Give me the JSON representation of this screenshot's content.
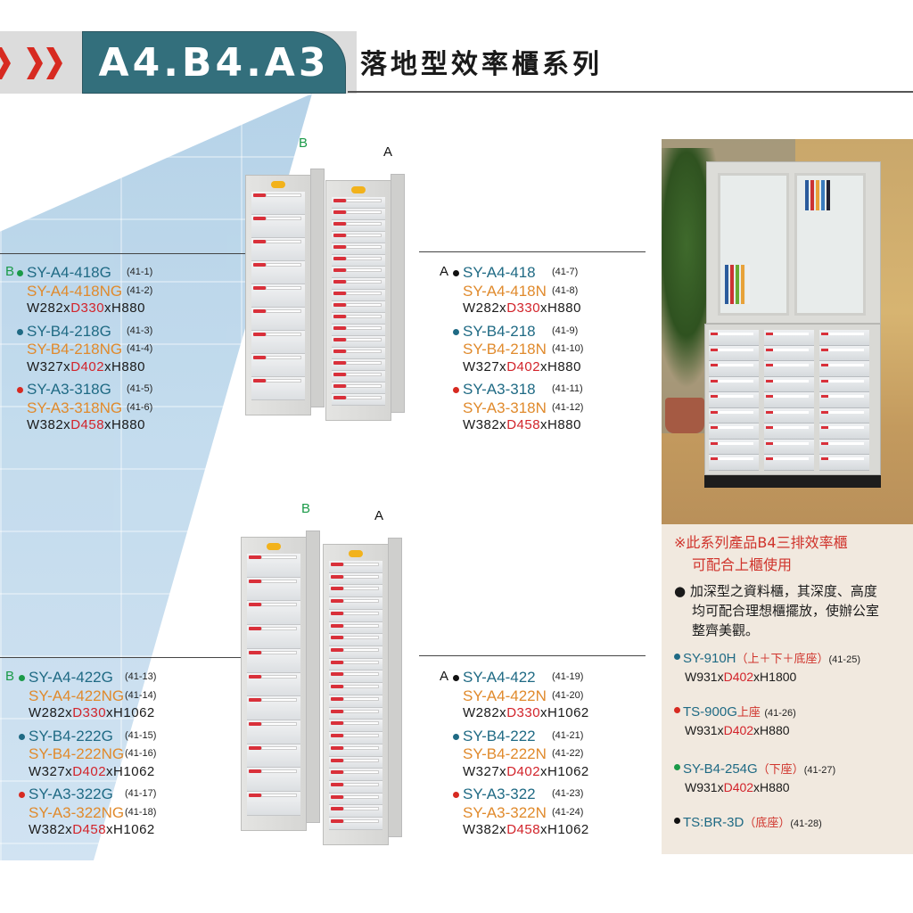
{
  "header": {
    "series_code": "A4.B4.A3",
    "title": "落地型效率櫃系列",
    "chevron_color": "#d72a21",
    "title_bg": "#336f7c"
  },
  "colors": {
    "model_blue": "#1f6a84",
    "model_orange": "#e08a2c",
    "depth_red": "#d2232a",
    "bullet_green": "#1a9a48",
    "bullet_blue": "#1f6a84",
    "bullet_red": "#d72a21",
    "bullet_black": "#111111"
  },
  "section_880": {
    "image_labels": {
      "b": "B",
      "a": "A"
    },
    "left": {
      "tag": "B",
      "groups": [
        {
          "bullet": "green",
          "model": "SY-A4-418G",
          "code": "(41-1)",
          "model_n": "SY-A4-418NG",
          "code_n": "(41-2)",
          "dim_w": "W282x",
          "dim_d": "D330",
          "dim_h": "xH880"
        },
        {
          "bullet": "blue",
          "model": "SY-B4-218G",
          "code": "(41-3)",
          "model_n": "SY-B4-218NG",
          "code_n": "(41-4)",
          "dim_w": "W327x",
          "dim_d": "D402",
          "dim_h": "xH880"
        },
        {
          "bullet": "red",
          "model": "SY-A3-318G",
          "code": "(41-5)",
          "model_n": "SY-A3-318NG",
          "code_n": "(41-6)",
          "dim_w": "W382x",
          "dim_d": "D458",
          "dim_h": "xH880"
        }
      ]
    },
    "right": {
      "tag": "A",
      "groups": [
        {
          "bullet": "black",
          "model": "SY-A4-418",
          "code": "(41-7)",
          "model_n": "SY-A4-418N",
          "code_n": "(41-8)",
          "dim_w": "W282x",
          "dim_d": "D330",
          "dim_h": "xH880"
        },
        {
          "bullet": "blue",
          "model": "SY-B4-218",
          "code": "(41-9)",
          "model_n": "SY-B4-218N",
          "code_n": "(41-10)",
          "dim_w": "W327x",
          "dim_d": "D402",
          "dim_h": "xH880"
        },
        {
          "bullet": "red",
          "model": "SY-A3-318",
          "code": "(41-11)",
          "model_n": "SY-A3-318N",
          "code_n": "(41-12)",
          "dim_w": "W382x",
          "dim_d": "D458",
          "dim_h": "xH880"
        }
      ]
    }
  },
  "section_1062": {
    "image_labels": {
      "b": "B",
      "a": "A"
    },
    "left": {
      "tag": "B",
      "groups": [
        {
          "bullet": "green",
          "model": "SY-A4-422G",
          "code": "(41-13)",
          "model_n": "SY-A4-422NG",
          "code_n": "(41-14)",
          "dim_w": "W282x",
          "dim_d": "D330",
          "dim_h": "xH1062"
        },
        {
          "bullet": "blue",
          "model": "SY-B4-222G",
          "code": "(41-15)",
          "model_n": "SY-B4-222NG",
          "code_n": "(41-16)",
          "dim_w": "W327x",
          "dim_d": "D402",
          "dim_h": "xH1062"
        },
        {
          "bullet": "red",
          "model": "SY-A3-322G",
          "code": "(41-17)",
          "model_n": "SY-A3-322NG",
          "code_n": "(41-18)",
          "dim_w": "W382x",
          "dim_d": "D458",
          "dim_h": "xH1062"
        }
      ]
    },
    "right": {
      "tag": "A",
      "groups": [
        {
          "bullet": "black",
          "model": "SY-A4-422",
          "code": "(41-19)",
          "model_n": "SY-A4-422N",
          "code_n": "(41-20)",
          "dim_w": "W282x",
          "dim_d": "D330",
          "dim_h": "xH1062"
        },
        {
          "bullet": "blue",
          "model": "SY-B4-222",
          "code": "(41-21)",
          "model_n": "SY-B4-222N",
          "code_n": "(41-22)",
          "dim_w": "W327x",
          "dim_d": "D402",
          "dim_h": "xH1062"
        },
        {
          "bullet": "red",
          "model": "SY-A3-322",
          "code": "(41-23)",
          "model_n": "SY-A3-322N",
          "code_n": "(41-24)",
          "dim_w": "W382x",
          "dim_d": "D458",
          "dim_h": "xH1062"
        }
      ]
    }
  },
  "info_panel": {
    "note_line1": "※此系列產品B4三排效率櫃",
    "note_line2": "可配合上櫃使用",
    "desc_line1": "● 加深型之資料櫃，其深度、高度",
    "desc_line2": "均可配合理想櫃擺放，使辦公室",
    "desc_line3": "整齊美觀。",
    "items": [
      {
        "bullet": "blue",
        "model": "SY-910H",
        "note": "（上＋下＋底座）",
        "code": "(41-25)",
        "dim_w": "W931x",
        "dim_d": "D402",
        "dim_h": "xH1800"
      },
      {
        "bullet": "red",
        "model": "TS-900G",
        "note": "上座",
        "code": "(41-26)",
        "dim_w": "W931x",
        "dim_d": "D402",
        "dim_h": "xH880"
      },
      {
        "bullet": "green",
        "model": "SY-B4-254G",
        "note": "（下座）",
        "code": "(41-27)",
        "dim_w": "W931x",
        "dim_d": "D402",
        "dim_h": "xH880"
      },
      {
        "bullet": "black",
        "model": "TS:BR-3D",
        "note": "（底座）",
        "code": "(41-28)"
      }
    ]
  },
  "images": {
    "cabinet_b_18": {
      "icon": "drawer-cabinet-icon",
      "drawers": 9
    },
    "cabinet_a_18": {
      "icon": "drawer-cabinet-icon",
      "drawers": 18
    },
    "cabinet_b_22": {
      "icon": "drawer-cabinet-icon",
      "drawers": 11
    },
    "cabinet_a_22": {
      "icon": "drawer-cabinet-icon",
      "drawers": 22
    },
    "room_photo": {
      "icon": "office-cabinet-photo"
    }
  }
}
